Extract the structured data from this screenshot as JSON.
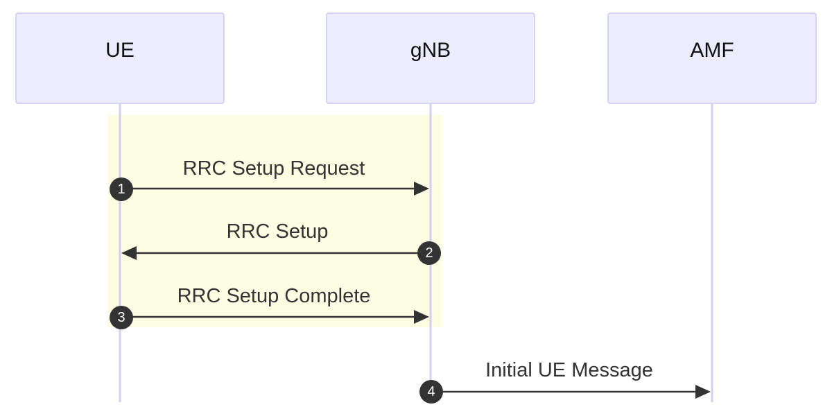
{
  "diagram": {
    "type": "sequence",
    "actors": [
      {
        "id": "ue",
        "label": "UE"
      },
      {
        "id": "gnb",
        "label": "gNB"
      },
      {
        "id": "amf",
        "label": "AMF"
      }
    ],
    "highlight_block": {
      "from": "ue",
      "to": "gnb",
      "messages": [
        1,
        2,
        3
      ],
      "color": "#fdfde3"
    },
    "messages": [
      {
        "number": "1",
        "label": "RRC Setup Request",
        "from": "ue",
        "to": "gnb"
      },
      {
        "number": "2",
        "label": "RRC Setup",
        "from": "gnb",
        "to": "ue"
      },
      {
        "number": "3",
        "label": "RRC Setup Complete",
        "from": "ue",
        "to": "gnb"
      },
      {
        "number": "4",
        "label": "Initial UE Message",
        "from": "gnb",
        "to": "amf"
      }
    ],
    "colors": {
      "actor_fill": "#ececff",
      "actor_border": "#cbc9ef",
      "lifeline": "#d2d0ee",
      "arrow": "#333333",
      "sequence_badge": "#333333"
    }
  }
}
